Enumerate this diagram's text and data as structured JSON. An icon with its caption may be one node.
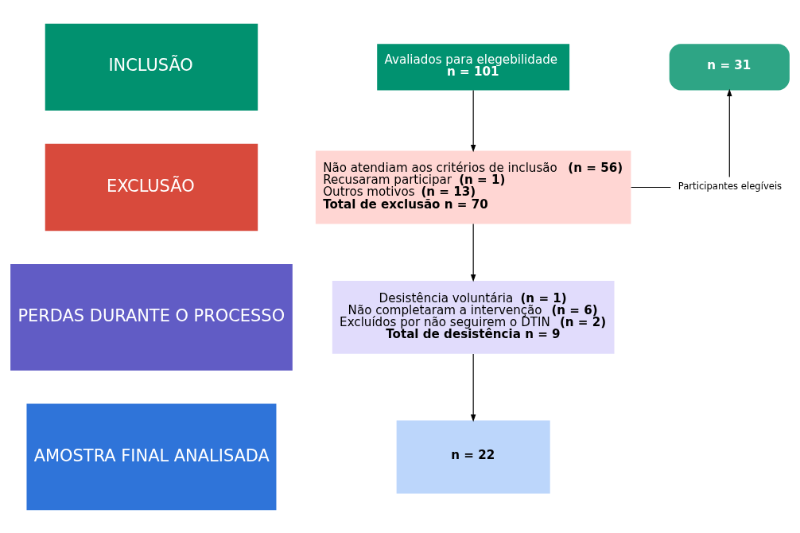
{
  "diagram": {
    "nodes": [
      {
        "text": [
          "INCLUSÃO"
        ]
      },
      {
        "text": [
          "EXCLUSÃO"
        ]
      },
      {
        "text": [
          "PERDAS DURANTE O PROCESSO"
        ]
      },
      {
        "text": [
          "AMOSTRA FINAL ANALISADA"
        ]
      },
      {
        "text": [
          "Avaliados para elegebilidade",
          "**n = 101**"
        ]
      },
      {
        "text": [
          "**n = 31**"
        ]
      },
      {
        "text": [
          "Não atendiam aos critérios de inclusão **(n = 56)**",
          "Recusaram participar **(n = 1)**",
          "Outros motivos **(n = 13)**",
          "**Total de exclusão n = 70**"
        ]
      },
      {
        "text": [
          "Participantes elegíveis"
        ]
      },
      {
        "text": [
          "Desistência voluntária **(n = 1)**",
          "Não completaram a intervenção **(n = 6)**",
          "Excluídos por não seguirem o DTIN **(n = 2)**",
          "**Total de desistência n = 9**"
        ]
      },
      {
        "text": [
          "**n = 22**"
        ]
      }
    ],
    "edges": [
      {
        "from": 4,
        "to": 6,
        "arrow": "to"
      },
      {
        "from": 6,
        "to": 7,
        "arrow": "none"
      },
      {
        "from": 7,
        "to": 5,
        "arrow": "to"
      },
      {
        "from": 6,
        "to": 8,
        "arrow": "to"
      },
      {
        "from": 8,
        "to": 9,
        "arrow": "to"
      }
    ]
  }
}
